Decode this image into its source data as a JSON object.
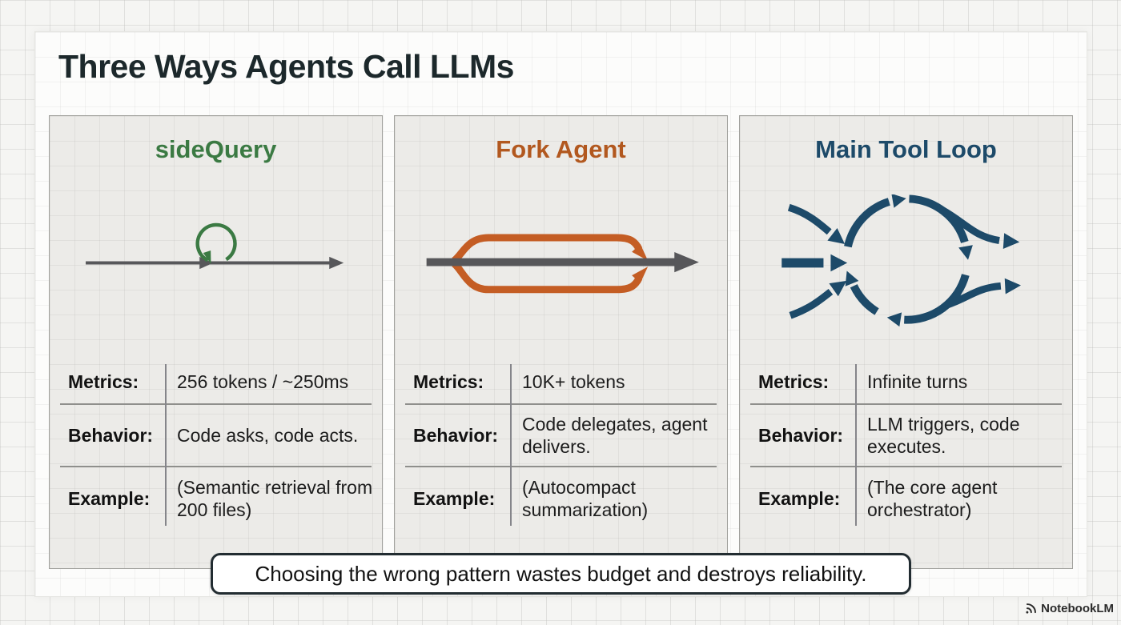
{
  "slide": {
    "title": "Three Ways Agents Call LLMs",
    "callout": "Choosing the wrong pattern wastes budget and destroys reliability."
  },
  "cards": [
    {
      "title": "sideQuery",
      "title_color": "sidequery_green",
      "icon": "inline-loop-arrow-icon",
      "rows": [
        {
          "label": "Metrics:",
          "value": "256 tokens / ~250ms"
        },
        {
          "label": "Behavior:",
          "value": "Code asks, code acts."
        },
        {
          "label": "Example:",
          "value": "(Semantic retrieval from 200 files)"
        }
      ]
    },
    {
      "title": "Fork Agent",
      "title_color": "fork_orange",
      "icon": "fork-rejoin-arrow-icon",
      "rows": [
        {
          "label": "Metrics:",
          "value": "10K+ tokens"
        },
        {
          "label": "Behavior:",
          "value": "Code delegates, agent delivers."
        },
        {
          "label": "Example:",
          "value": "(Autocompact summarization)"
        }
      ]
    },
    {
      "title": "Main Tool Loop",
      "title_color": "loop_blue",
      "icon": "cycle-loop-arrows-icon",
      "rows": [
        {
          "label": "Metrics:",
          "value": "Infinite turns"
        },
        {
          "label": "Behavior:",
          "value": "LLM triggers, code executes."
        },
        {
          "label": "Example:",
          "value": "(The core agent orchestrator)"
        }
      ]
    }
  ],
  "watermark": {
    "brand": "NotebookLM"
  },
  "colors": {
    "sidequery_green": "#3b7a43",
    "fork_orange": "#b2581f",
    "loop_blue": "#1d4a69",
    "arrow_gray": "#57575a",
    "title_ink": "#1c282b",
    "card_bg": "#ecebe8",
    "callout_border": "#222c31"
  }
}
